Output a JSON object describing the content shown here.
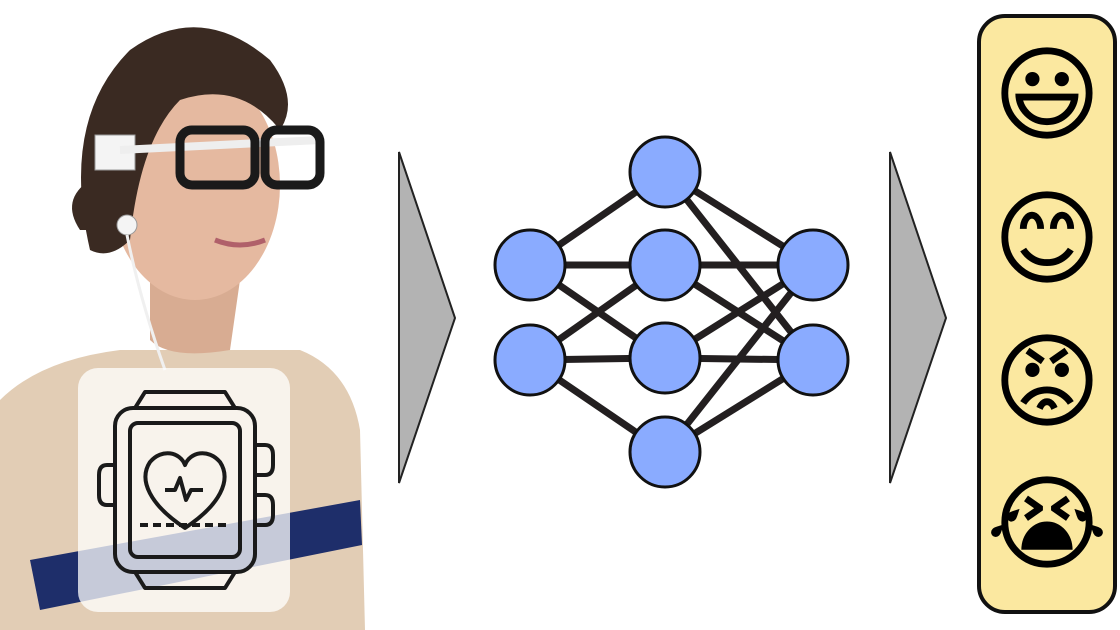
{
  "colors": {
    "node_fill": "#8AABFF",
    "edge": "#231F20",
    "arrow_fill": "#B3B3B3",
    "panel_fill": "#FBE8A0",
    "skin": "#E2B79E",
    "hair": "#3A2A22"
  },
  "network": {
    "layers": [
      2,
      4,
      2
    ],
    "edges": [
      [
        0,
        0,
        0
      ],
      [
        0,
        0,
        1
      ],
      [
        0,
        0,
        2
      ],
      [
        0,
        1,
        1
      ],
      [
        0,
        1,
        2
      ],
      [
        0,
        1,
        3
      ],
      [
        1,
        0,
        0
      ],
      [
        1,
        0,
        1
      ],
      [
        1,
        1,
        0
      ],
      [
        1,
        1,
        1
      ],
      [
        1,
        2,
        0
      ],
      [
        1,
        2,
        1
      ],
      [
        1,
        3,
        0
      ],
      [
        1,
        3,
        1
      ]
    ]
  },
  "emotions": [
    {
      "icon": "grinning-face-icon",
      "emoji": "😃"
    },
    {
      "icon": "smiling-face-icon",
      "emoji": "😊"
    },
    {
      "icon": "angry-face-icon",
      "emoji": "😡"
    },
    {
      "icon": "crying-face-icon",
      "emoji": "😭"
    }
  ],
  "sensors": [
    "eye-tracking-glasses-icon",
    "ear-sensor-icon",
    "smartwatch-heart-rate-icon",
    "chest-strap-icon"
  ]
}
